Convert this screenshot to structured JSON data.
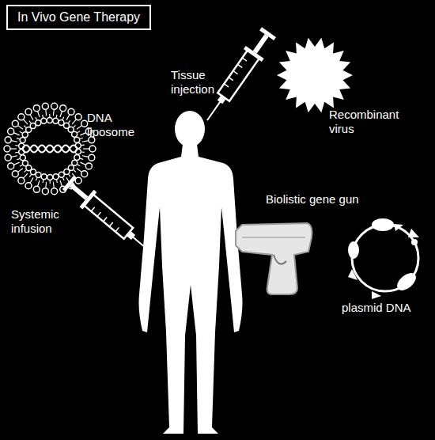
{
  "diagram": {
    "title": "In Vivo Gene Therapy",
    "labels": [
      "Tissue injection",
      "Recombinant virus",
      "DNA liposome",
      "Systemic infusion",
      "Biolistic gene gun",
      "plasmid DNA"
    ]
  }
}
